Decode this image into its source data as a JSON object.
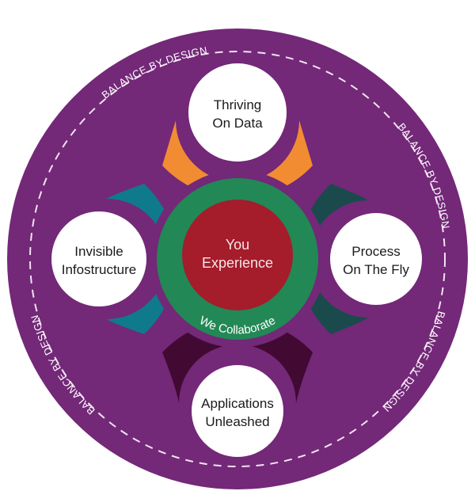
{
  "diagram": {
    "rim_text": "BALANCE BY DESIGN",
    "center": {
      "line1": "You",
      "line2": "Experience",
      "ring_text": "We Collaborate"
    },
    "petals": [
      {
        "id": "top",
        "line1": "Thriving",
        "line2": "On Data",
        "color": "#f28c33"
      },
      {
        "id": "left",
        "line1": "Invisible",
        "line2": "Infostructure",
        "color": "#0f7a8c"
      },
      {
        "id": "right",
        "line1": "Process",
        "line2": "On The Fly",
        "color": "#1a4a4c"
      },
      {
        "id": "bottom",
        "line1": "Applications",
        "line2": "Unleashed",
        "color": "#420a33"
      }
    ],
    "colors": {
      "outer": "#732878",
      "ring": "#228855",
      "core": "#a51c2b",
      "dash": "#f1e4f1"
    }
  }
}
